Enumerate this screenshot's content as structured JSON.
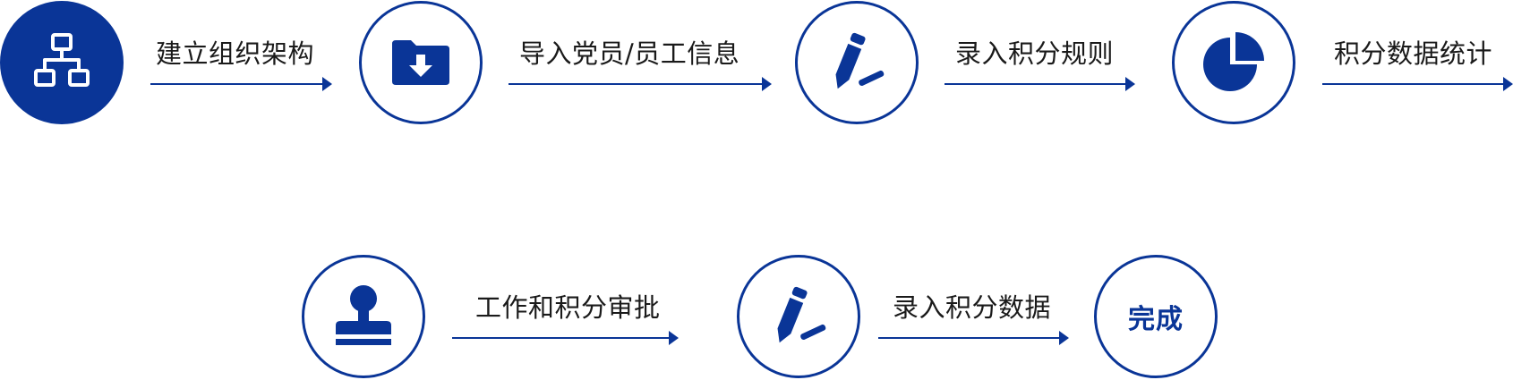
{
  "accent_color": "#0a3597",
  "steps_row1": [
    {
      "label": "建立组织架构",
      "icon": "org-chart-icon"
    },
    {
      "label": "导入党员/员工信息",
      "icon": "folder-download-icon"
    },
    {
      "label": "录入积分规则",
      "icon": "pen-icon"
    },
    {
      "label": "积分数据统计",
      "icon": "pie-chart-icon"
    }
  ],
  "steps_row2": [
    {
      "label": "工作和积分审批",
      "icon": "stamp-icon"
    },
    {
      "label": "录入积分数据",
      "icon": "pen-icon"
    }
  ],
  "final_step": {
    "label": "完成"
  }
}
